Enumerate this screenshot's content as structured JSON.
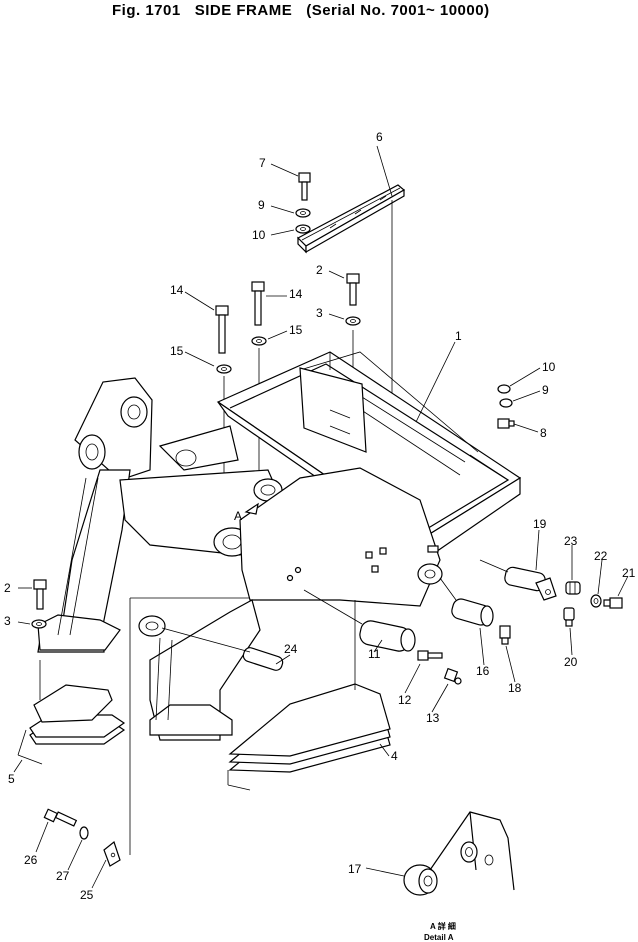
{
  "header": {
    "fig": "Fig. 1701",
    "name": "SIDE FRAME",
    "serial": "(Serial No. 7001~ 10000)"
  },
  "detail_caption": {
    "jp": "A 詳 細",
    "en": "Detail A"
  },
  "marker_a": "A",
  "callouts": [
    {
      "id": "1",
      "text": "1"
    },
    {
      "id": "2a",
      "text": "2"
    },
    {
      "id": "2b",
      "text": "2"
    },
    {
      "id": "3a",
      "text": "3"
    },
    {
      "id": "3b",
      "text": "3"
    },
    {
      "id": "4",
      "text": "4"
    },
    {
      "id": "5",
      "text": "5"
    },
    {
      "id": "6",
      "text": "6"
    },
    {
      "id": "7",
      "text": "7"
    },
    {
      "id": "8",
      "text": "8"
    },
    {
      "id": "9a",
      "text": "9"
    },
    {
      "id": "9b",
      "text": "9"
    },
    {
      "id": "10a",
      "text": "10"
    },
    {
      "id": "10b",
      "text": "10"
    },
    {
      "id": "11",
      "text": "11"
    },
    {
      "id": "12",
      "text": "12"
    },
    {
      "id": "13",
      "text": "13"
    },
    {
      "id": "14a",
      "text": "14"
    },
    {
      "id": "14b",
      "text": "14"
    },
    {
      "id": "15a",
      "text": "15"
    },
    {
      "id": "15b",
      "text": "15"
    },
    {
      "id": "16",
      "text": "16"
    },
    {
      "id": "17",
      "text": "17"
    },
    {
      "id": "18",
      "text": "18"
    },
    {
      "id": "19",
      "text": "19"
    },
    {
      "id": "20",
      "text": "20"
    },
    {
      "id": "21",
      "text": "21"
    },
    {
      "id": "22",
      "text": "22"
    },
    {
      "id": "23",
      "text": "23"
    },
    {
      "id": "24",
      "text": "24"
    },
    {
      "id": "25",
      "text": "25"
    },
    {
      "id": "26",
      "text": "26"
    },
    {
      "id": "27",
      "text": "27"
    }
  ]
}
